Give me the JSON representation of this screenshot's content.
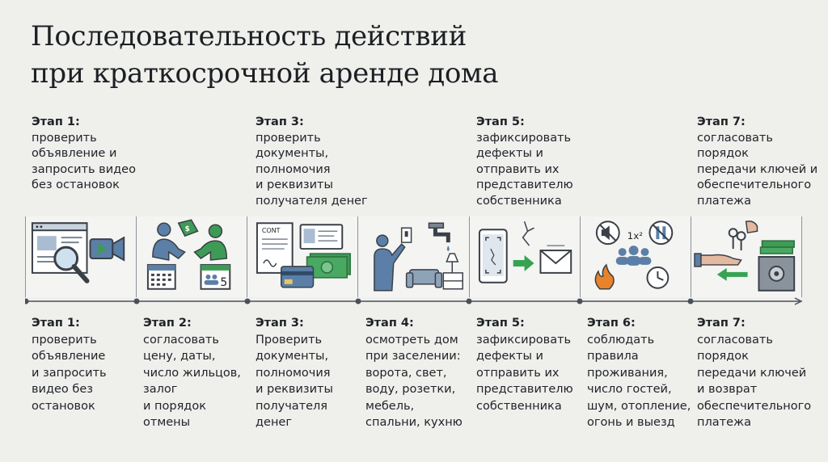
{
  "title": {
    "line1": "Последовательность действий",
    "line2": "при краткосрочной аренде дома"
  },
  "colors": {
    "background": "#efefec",
    "icon_blue": "#5b7fa6",
    "icon_green": "#3d9b55",
    "icon_outline": "#3a4048",
    "arrow_green": "#35a352"
  },
  "top_steps": [
    {
      "label": "Этап 1:",
      "text": "проверить\nобъявление и\nзапросить видео\nбез остановок"
    },
    {
      "label": "Этап 3:",
      "text": "проверить\nдокументы,\nполномочия\nи реквизиты\nполучателя денег"
    },
    {
      "label": "Этап 5:",
      "text": "зафиксировать\nдефекты и\nотправить их\nпредставителю\nсобственника"
    },
    {
      "label": "Этап 7:",
      "text": "согласовать\nпорядок\nпередачи ключей и\nобеспечительного\nплатежа"
    }
  ],
  "bottom_steps": [
    {
      "label": "Этап 1:",
      "text": "проверить\nобъявление\nи запросить\nвидео без\nостановок"
    },
    {
      "label": "Этап 2:",
      "text": "согласовать\nцену, даты,\nчисло жильцов,\nзалог\nи порядок\nотмены"
    },
    {
      "label": "Этап 3:",
      "text": "Проверить\nдокументы,\nполномочия\nи реквизиты\nполучателя\nденег"
    },
    {
      "label": "Этап 4:",
      "text": "осмотреть дом\nпри заселении:\nворота, свет,\nводу, розетки,\nмебель,\nспальни, кухню"
    },
    {
      "label": "Этап 5:",
      "text": "зафиксировать\nдефекты и\nотправить их\nпредставителю\nсобственника"
    },
    {
      "label": "Этап 6:",
      "text": "соблюдать\nправила\nпроживания,\nчисло гостей,\nшум, отопление,\nогонь и выезд"
    },
    {
      "label": "Этап 7:",
      "text": "согласовать\nпорядок\nпередачи ключей\nи возврат\nобеспечительного\nплатежа"
    }
  ],
  "icons": {
    "panel1": [
      "browser-window-icon",
      "magnifier-icon",
      "video-camera-icon"
    ],
    "panel2": [
      "handshake-icon",
      "price-tag-icon",
      "calendar-icon",
      "guests-calendar-icon"
    ],
    "panel3": [
      "contract-icon",
      "id-card-icon",
      "bank-card-icon",
      "cash-icon"
    ],
    "panel4": [
      "person-switch-icon",
      "faucet-icon",
      "sofa-icon",
      "lamp-icon"
    ],
    "panel5": [
      "phone-camera-icon",
      "cracked-wall-icon",
      "send-arrow-icon",
      "envelope-icon"
    ],
    "panel6": [
      "no-noise-icon",
      "guests-icon",
      "no-smoking-icon",
      "fire-icon",
      "clock-icon"
    ],
    "panel7": [
      "keys-hand-icon",
      "giving-hand-icon",
      "money-stack-icon",
      "return-arrow-icon",
      "safe-icon"
    ]
  },
  "panel_texts": {
    "contract": "CONT",
    "calendar_guests": "5",
    "guest_formula": "1x²"
  }
}
